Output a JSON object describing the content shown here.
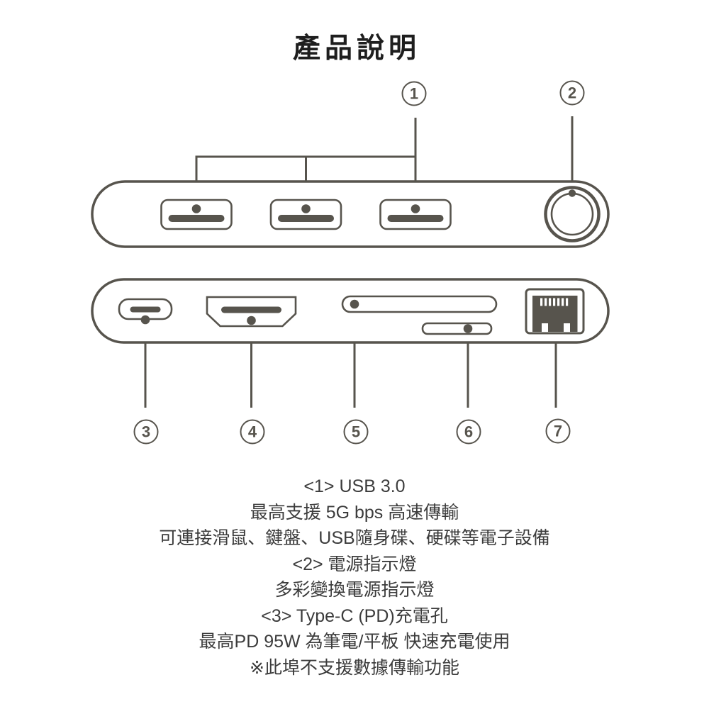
{
  "title": "產品說明",
  "colors": {
    "diagram_stroke": "#57544D",
    "text": "#3C3C3C",
    "title_text": "#1E1E1E",
    "background": "#FFFFFF"
  },
  "callouts": [
    {
      "number": "1"
    },
    {
      "number": "2"
    },
    {
      "number": "3"
    },
    {
      "number": "4"
    },
    {
      "number": "5"
    },
    {
      "number": "6"
    },
    {
      "number": "7"
    }
  ],
  "diagram": {
    "top_view": {
      "ports": [
        "usb-a-port",
        "usb-a-port",
        "usb-a-port"
      ],
      "indicator": "power-indicator-light"
    },
    "bottom_view": {
      "ports": [
        "type-c-pd-port",
        "hdmi-port",
        "sd-card-slot",
        "micro-sd-slot",
        "ethernet-rj45-port"
      ]
    }
  },
  "descriptions": [
    {
      "text": "<1> USB 3.0"
    },
    {
      "text": "最高支援 5G bps 高速傳輸"
    },
    {
      "text": "可連接滑鼠、鍵盤、USB隨身碟、硬碟等電子設備"
    },
    {
      "text": "<2> 電源指示燈"
    },
    {
      "text": "多彩變換電源指示燈"
    },
    {
      "text": "<3> Type-C (PD)充電孔"
    },
    {
      "text": "最高PD 95W 為筆電/平板 快速充電使用"
    },
    {
      "text": "※此埠不支援數據傳輸功能"
    }
  ]
}
